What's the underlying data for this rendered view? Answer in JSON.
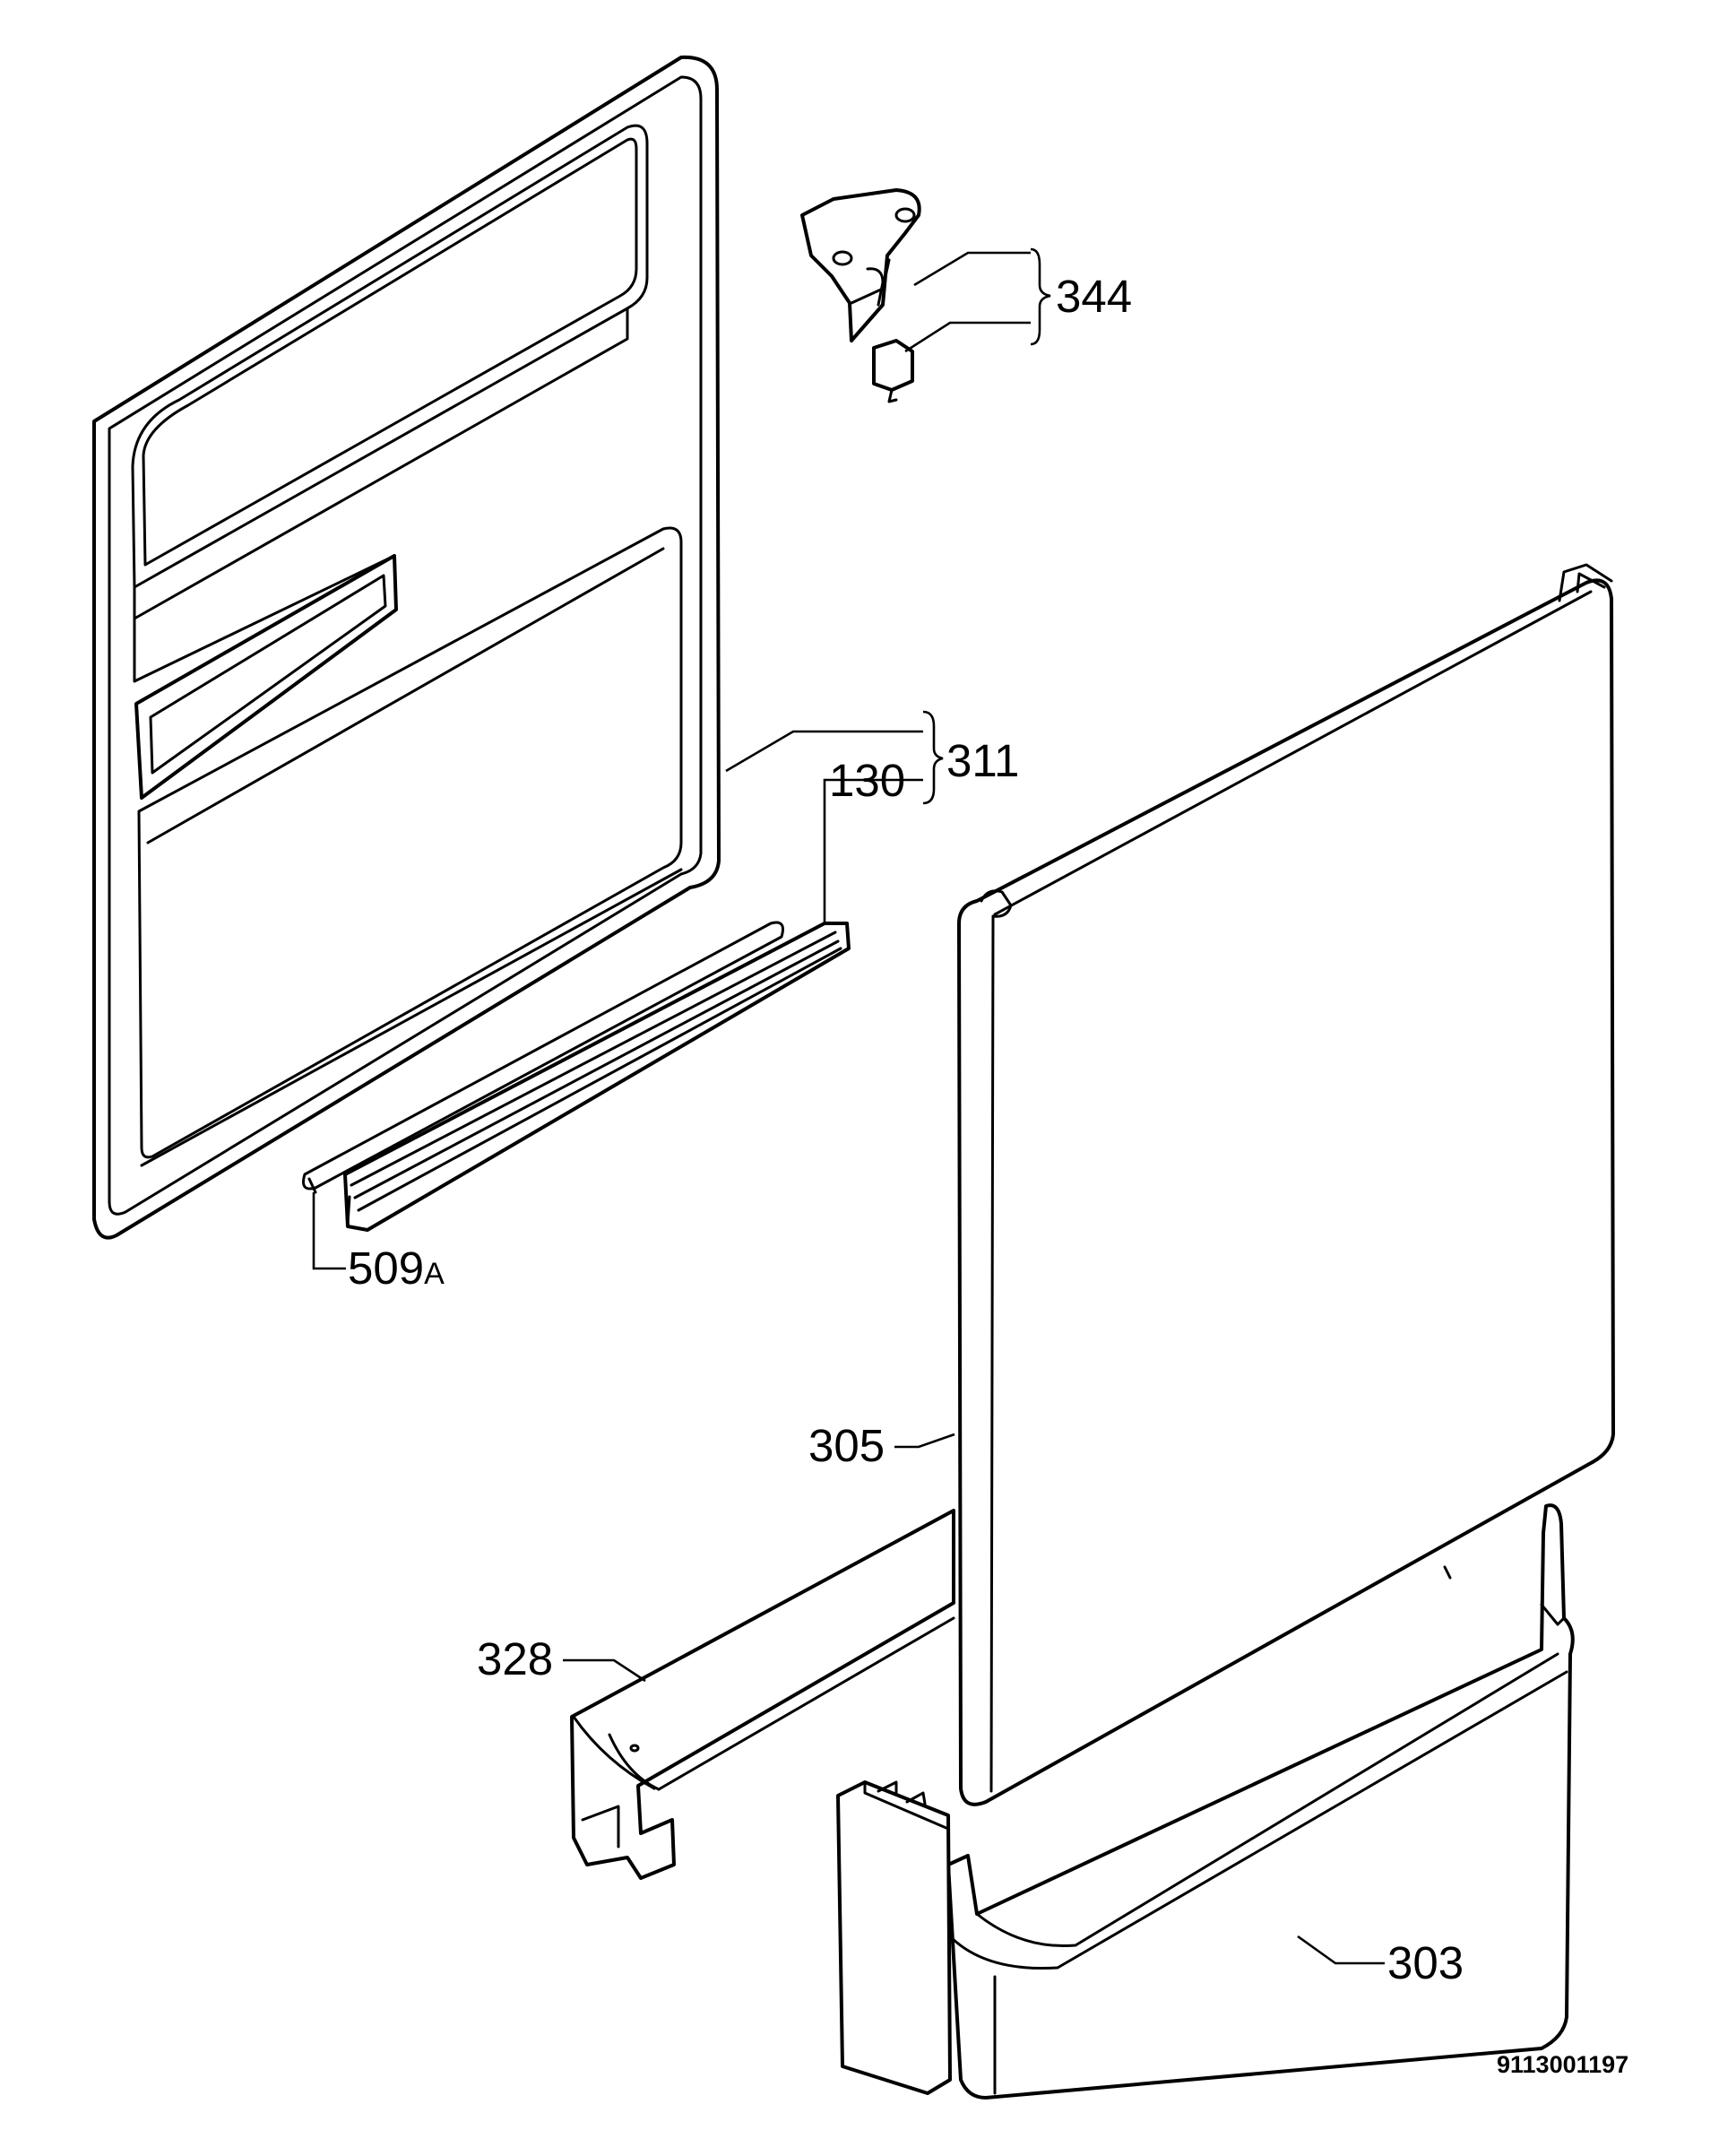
{
  "labels": {
    "p344": "344",
    "p311": "311",
    "p130": "130",
    "p509_num": "509",
    "p509_suffix": "A",
    "p305": "305",
    "p328": "328",
    "p303": "303"
  },
  "drawing_code": "9113001197"
}
